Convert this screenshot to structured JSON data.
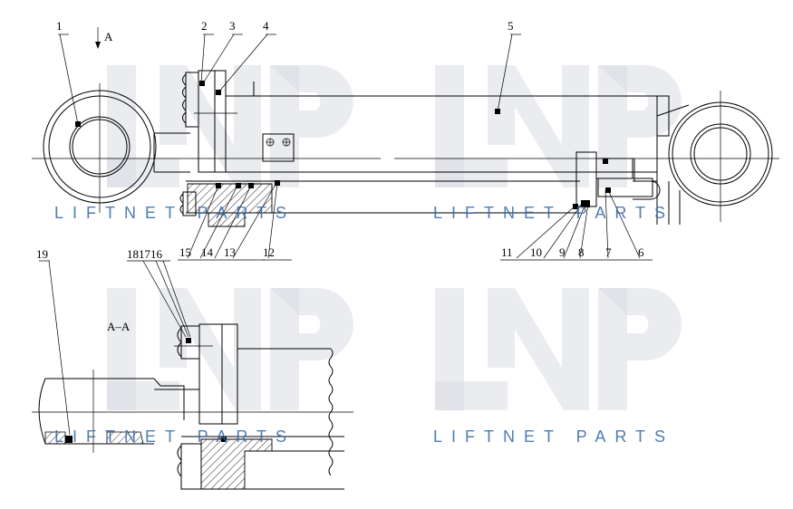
{
  "view_marker": "A",
  "section_label": "A–A",
  "watermark": {
    "logo": "LNP",
    "text": "LIFTNET PARTS",
    "color": "#2f66a8"
  },
  "callouts": {
    "c1": "1",
    "c2": "2",
    "c3": "3",
    "c4": "4",
    "c5": "5",
    "c6": "6",
    "c7": "7",
    "c8": "8",
    "c9": "9",
    "c10": "10",
    "c11": "11",
    "c12": "12",
    "c13": "13",
    "c14": "14",
    "c15": "15",
    "c16_18": "181716",
    "c19": "19"
  }
}
